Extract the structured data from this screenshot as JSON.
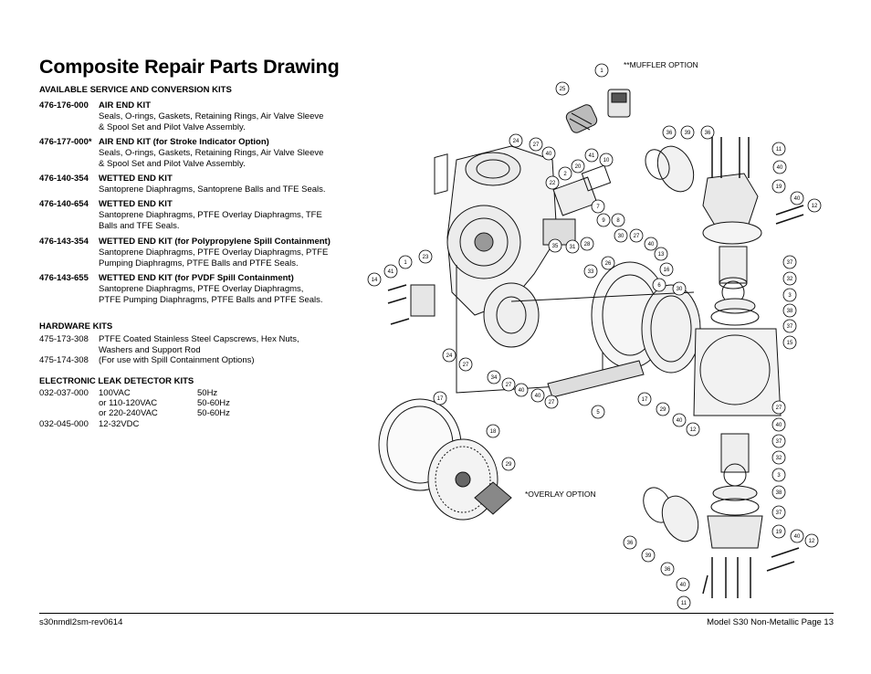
{
  "title": "Composite Repair Parts Drawing",
  "kits_heading": "AVAILABLE SERVICE AND CONVERSION KITS",
  "kits": [
    {
      "code": "476-176-000",
      "name": "AIR END KIT",
      "desc": "Seals, O-rings, Gaskets, Retaining Rings, Air Valve Sleeve\n& Spool Set and Pilot Valve Assembly."
    },
    {
      "code": "476-177-000*",
      "name": "AIR END KIT (for Stroke Indicator Option)",
      "desc": "Seals, O-rings, Gaskets, Retaining Rings, Air Valve Sleeve\n& Spool Set and Pilot Valve Assembly."
    },
    {
      "code": "476-140-354",
      "name": "WETTED END KIT",
      "desc": "Santoprene Diaphragms, Santoprene Balls and  TFE Seals."
    },
    {
      "code": "476-140-654",
      "name": "WETTED END KIT",
      "desc": "Santoprene Diaphragms, PTFE Overlay Diaphragms, TFE\nBalls and TFE Seals."
    },
    {
      "code": "476-143-354",
      "name": "WETTED END KIT (for Polypropylene Spill Containment)",
      "desc": "Santoprene Diaphragms, PTFE Overlay Diaphragms, PTFE\nPumping Diaphragms, PTFE Balls and PTFE Seals."
    },
    {
      "code": "476-143-655",
      "name": "WETTED END KIT (for PVDF Spill Containment)",
      "desc": "Santoprene Diaphragms, PTFE  Overlay Diaphragms,\nPTFE Pumping Diaphragms, PTFE Balls and PTFE Seals."
    }
  ],
  "hardware_heading": "HARDWARE KITS",
  "hardware": [
    {
      "code": "475-173-308",
      "desc": "PTFE Coated Stainless Steel Capscrews, Hex Nuts,\nWashers and Support Rod"
    },
    {
      "code": "475-174-308",
      "desc": "(For use with Spill Containment Options)"
    }
  ],
  "eld_heading": "ELECTRONIC LEAK DETECTOR KITS",
  "eld": [
    {
      "code": "032-037-000",
      "voltage": "100VAC",
      "hz": "50Hz"
    },
    {
      "code": "",
      "voltage": "or 110-120VAC",
      "hz": "50-60Hz"
    },
    {
      "code": "",
      "voltage": "or 220-240VAC",
      "hz": "50-60Hz"
    },
    {
      "code": "032-045-000",
      "voltage": "12-32VDC",
      "hz": ""
    }
  ],
  "notes": {
    "muffler": "**MUFFLER OPTION",
    "overlay": "*OVERLAY OPTION"
  },
  "footer": {
    "left": "s30nmdl2sm-rev0614",
    "right": "Model S30 Non-Metallic Page 13"
  },
  "callouts": [
    "1",
    "25",
    "24",
    "27",
    "40",
    "2",
    "22",
    "20",
    "41",
    "10",
    "7",
    "9",
    "8",
    "35",
    "31",
    "28",
    "33",
    "30",
    "27",
    "40",
    "13",
    "16",
    "6",
    "30",
    "23",
    "1",
    "14",
    "41",
    "36",
    "39",
    "36",
    "11",
    "40",
    "19",
    "40",
    "12",
    "24",
    "27",
    "34",
    "27",
    "40",
    "27",
    "40",
    "5",
    "26",
    "17",
    "29",
    "40",
    "12",
    "17",
    "18",
    "29",
    "37",
    "32",
    "3",
    "38",
    "37",
    "15",
    "27",
    "40",
    "37",
    "32",
    "3",
    "38",
    "37",
    "19",
    "40",
    "12",
    "36",
    "39",
    "36",
    "40",
    "11"
  ]
}
